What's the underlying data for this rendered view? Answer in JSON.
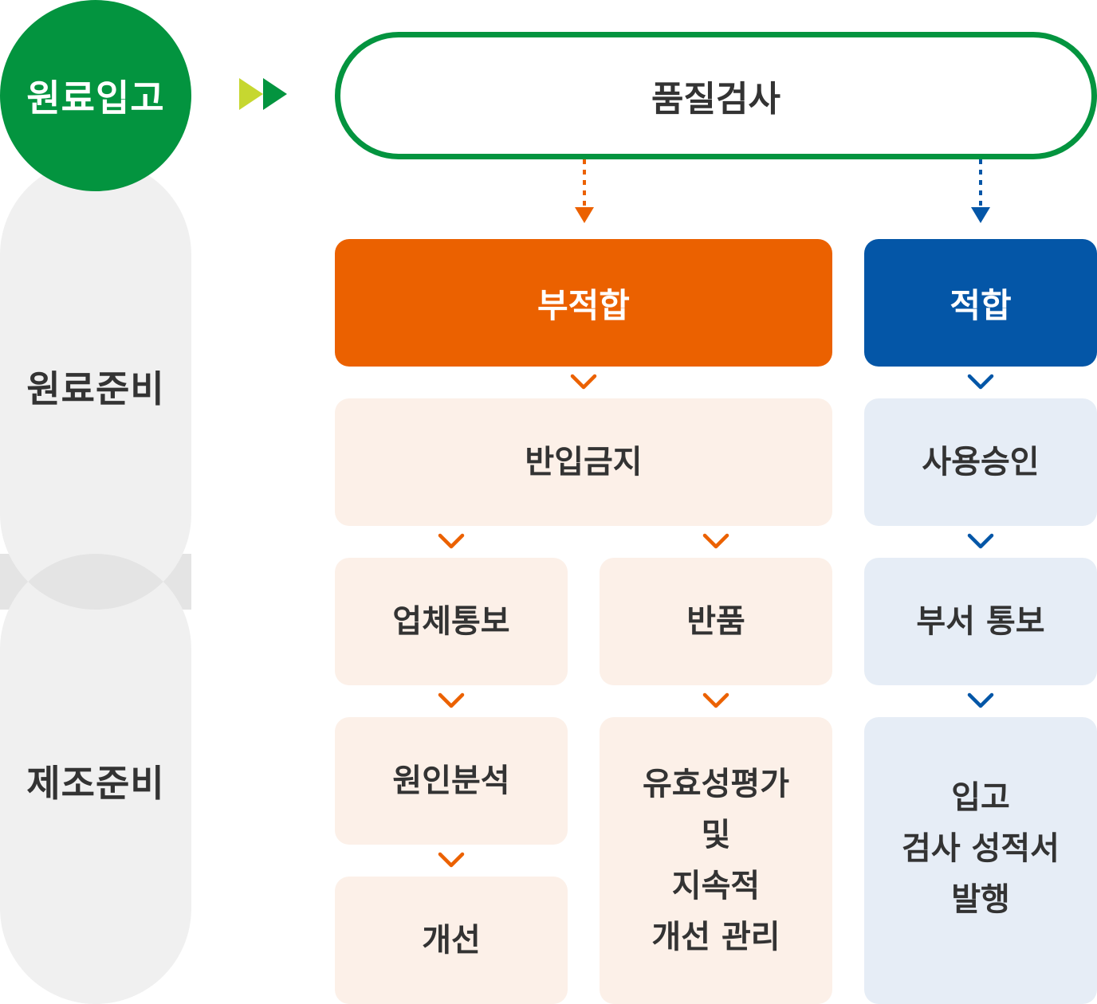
{
  "stages": {
    "intake": "원료입고",
    "prep": "원료준비",
    "manufacture": "제조준비"
  },
  "inspection": "품질검사",
  "branches": {
    "nonconforming": {
      "title": "부적합",
      "ban": "반입금지",
      "vendor_notice": "업체통보",
      "return": "반품",
      "cause_analysis": "원인분석",
      "improvement": "개선",
      "effectiveness": [
        "유효성평가",
        "및",
        "지속적",
        "개선 관리"
      ]
    },
    "conforming": {
      "title": "적합",
      "approval": "사용승인",
      "dept_notice": "부서 통보",
      "report": [
        "입고",
        "검사 성적서",
        "발행"
      ]
    }
  },
  "colors": {
    "green": "#03943f",
    "lime": "#c6d730",
    "orange": "#eb6100",
    "blue": "#0456a7",
    "orange_light": "#fcf0e8",
    "blue_light": "#e6edf6",
    "gray": "#f0f0f0"
  }
}
